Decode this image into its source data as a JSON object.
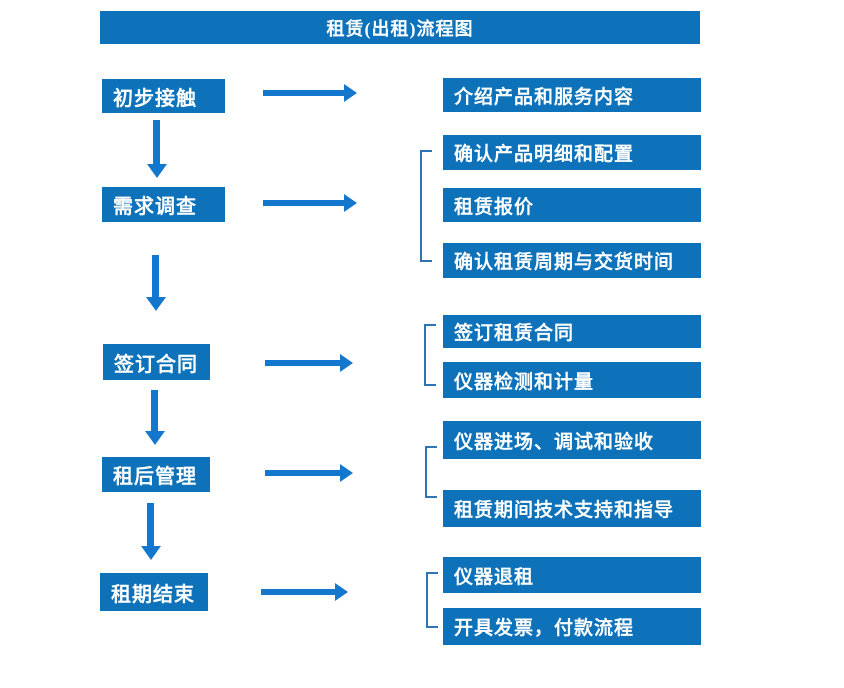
{
  "title": "租赁(出租)流程图",
  "colors": {
    "box": "#0d72b9",
    "arrow": "#1377cd",
    "bracket": "#2e75b6",
    "text": "#ffffff",
    "background": "#ffffff"
  },
  "steps": [
    {
      "label": "初步接触",
      "outputs": [
        "介绍产品和服务内容"
      ]
    },
    {
      "label": "需求调查",
      "outputs": [
        "确认产品明细和配置",
        "租赁报价",
        "确认租赁周期与交货时间"
      ]
    },
    {
      "label": "签订合同",
      "outputs": [
        "签订租赁合同",
        "仪器检测和计量"
      ]
    },
    {
      "label": "租后管理",
      "outputs": [
        "仪器进场、调试和验收",
        "租赁期间技术支持和指导"
      ]
    },
    {
      "label": "租期结束",
      "outputs": [
        "仪器退租",
        "开具发票，付款流程"
      ]
    }
  ]
}
